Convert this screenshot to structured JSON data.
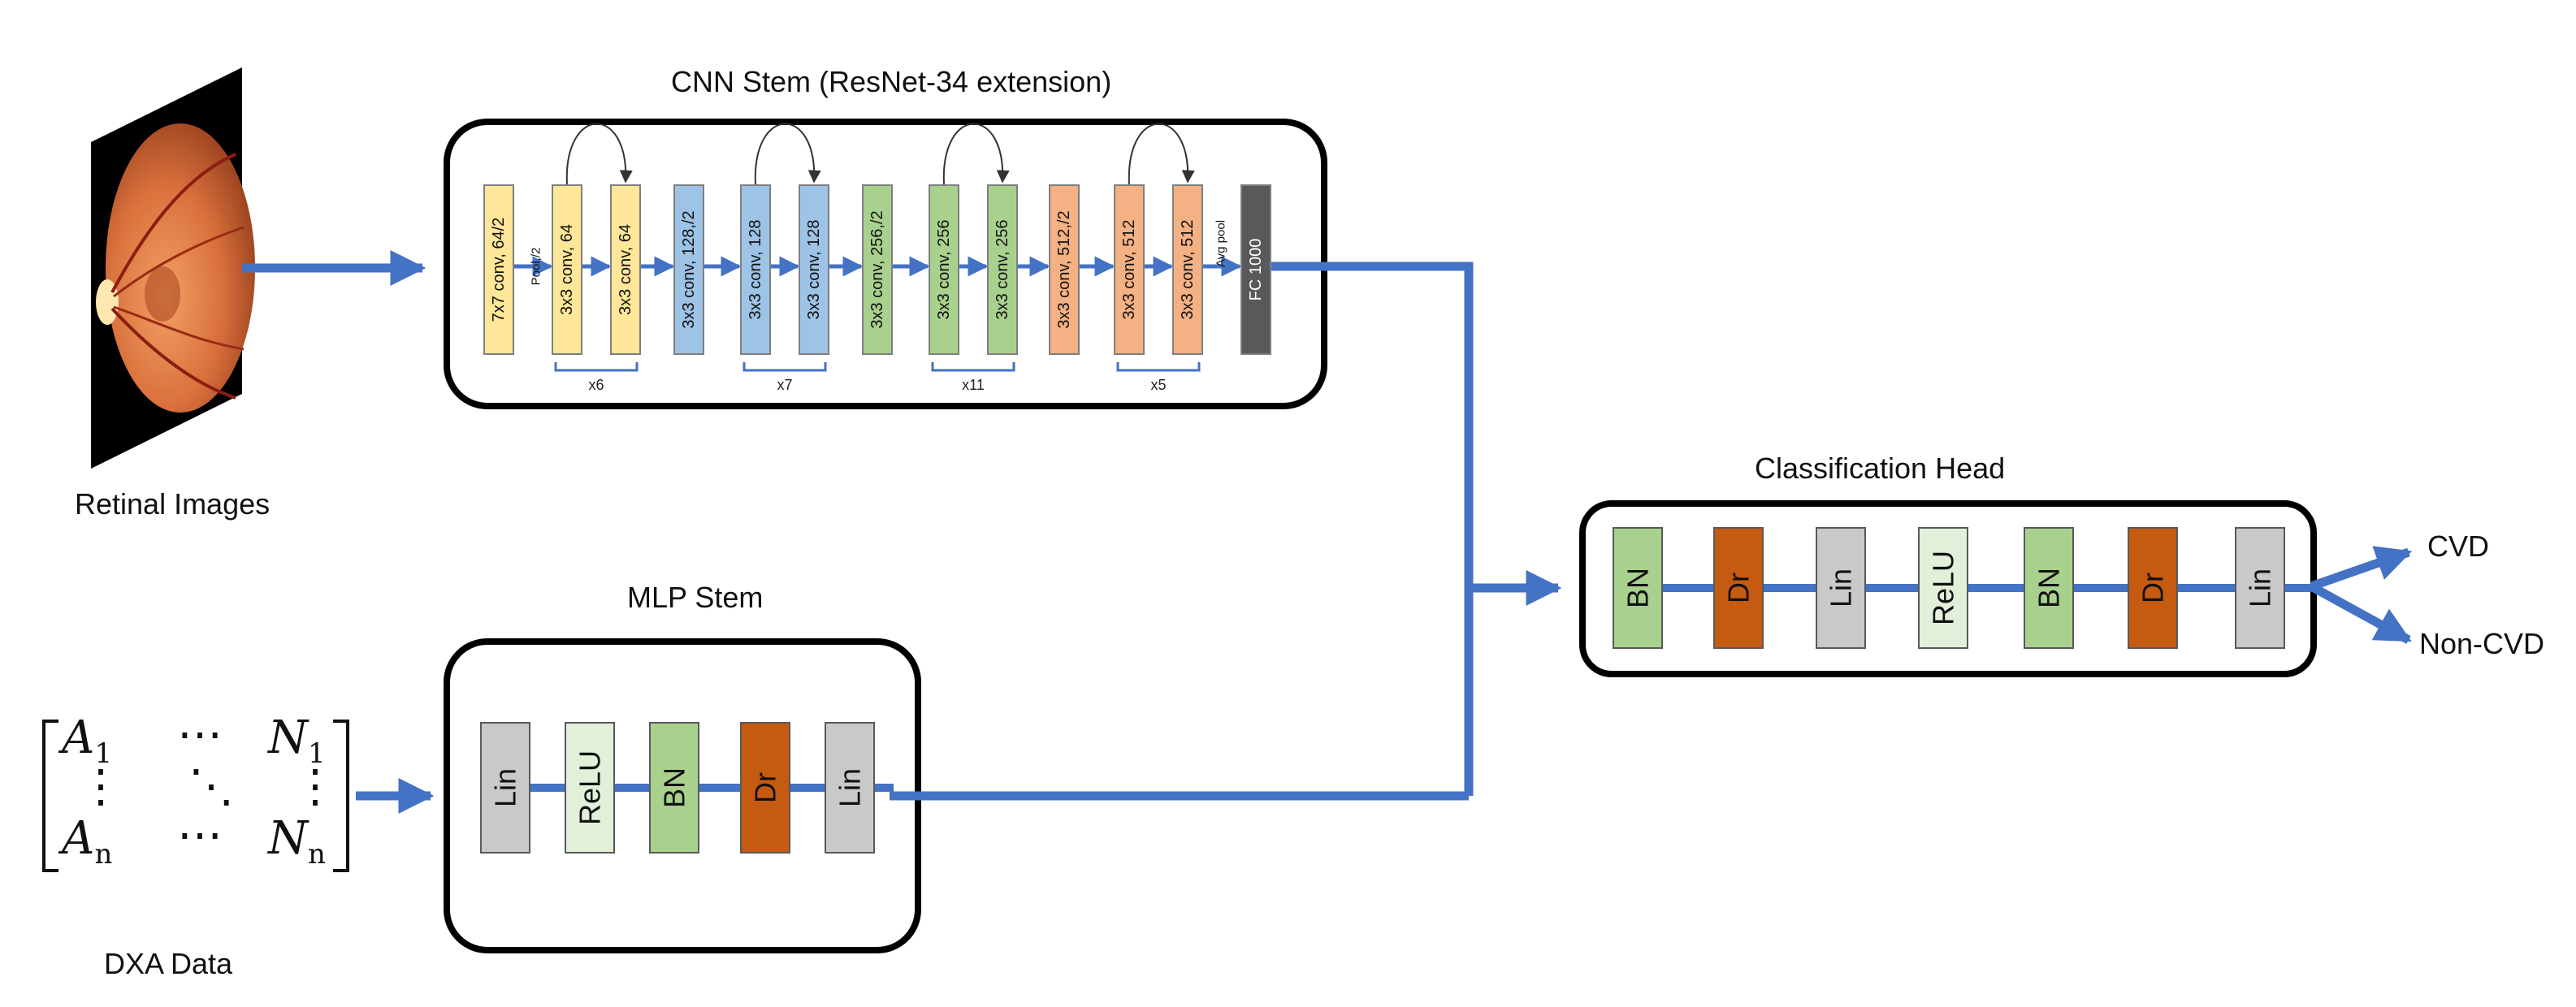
{
  "cnn": {
    "title": "CNN Stem (ResNet-34 extension)",
    "blocks": [
      {
        "label": "7x7 conv, 64/2",
        "color": "#FFE699"
      },
      {
        "label": "3x3 conv, 64",
        "color": "#FFE699"
      },
      {
        "label": "3x3 conv, 64",
        "color": "#FFE699"
      },
      {
        "label": "3x3 conv, 128,/2",
        "color": "#9DC3E6"
      },
      {
        "label": "3x3 conv, 128",
        "color": "#9DC3E6"
      },
      {
        "label": "3x3 conv, 128",
        "color": "#9DC3E6"
      },
      {
        "label": "3x3 conv, 256,/2",
        "color": "#A9D18E"
      },
      {
        "label": "3x3 conv, 256",
        "color": "#A9D18E"
      },
      {
        "label": "3x3 conv, 256",
        "color": "#A9D18E"
      },
      {
        "label": "3x3 conv, 512,/2",
        "color": "#F4B183"
      },
      {
        "label": "3x3 conv, 512",
        "color": "#F4B183"
      },
      {
        "label": "3x3 conv, 512",
        "color": "#F4B183"
      },
      {
        "label": "FC 1000",
        "color": "#595959"
      }
    ],
    "pool_label": "Pool, /2",
    "avg_pool_label": "Avg pool",
    "repeats": [
      "x6",
      "x7",
      "x11",
      "x5"
    ]
  },
  "retina": {
    "label": "Retinal Images"
  },
  "mlp": {
    "title": "MLP Stem",
    "blocks": [
      {
        "label": "Lin",
        "color": "#C9C9C9"
      },
      {
        "label": "ReLU",
        "color": "#E2F0D9"
      },
      {
        "label": "BN",
        "color": "#A9D18E"
      },
      {
        "label": "Dr",
        "color": "#C55A11"
      },
      {
        "label": "Lin",
        "color": "#C9C9C9"
      }
    ]
  },
  "head": {
    "title": "Classification Head",
    "blocks": [
      {
        "label": "BN",
        "color": "#A9D18E"
      },
      {
        "label": "Dr",
        "color": "#C55A11"
      },
      {
        "label": "Lin",
        "color": "#C9C9C9"
      },
      {
        "label": "ReLU",
        "color": "#E2F0D9"
      },
      {
        "label": "BN",
        "color": "#A9D18E"
      },
      {
        "label": "Dr",
        "color": "#C55A11"
      },
      {
        "label": "Lin",
        "color": "#C9C9C9"
      }
    ],
    "outputs": [
      "CVD",
      "Non-CVD"
    ]
  },
  "dxa": {
    "label": "DXA Data",
    "matrix": {
      "r1c1": "A",
      "r1c1_sub": "1",
      "r1c2": "⋯",
      "r1c3": "N",
      "r1c3_sub": "1",
      "r2c1": "⋮",
      "r2c2": "⋱",
      "r2c3": "⋮",
      "r3c1": "A",
      "r3c1_sub": "n",
      "r3c2": "⋯",
      "r3c3": "N",
      "r3c3_sub": "n"
    }
  },
  "colors": {
    "arrow": "#4472C4",
    "frame": "#000000"
  }
}
